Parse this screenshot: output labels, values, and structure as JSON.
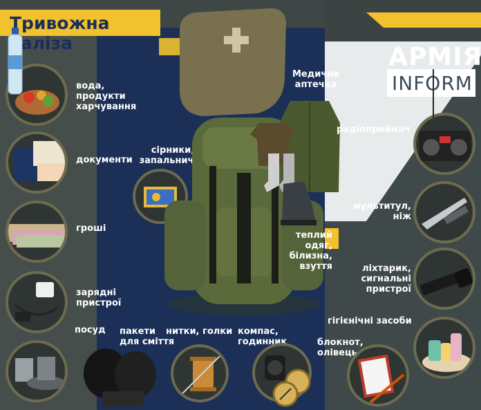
{
  "title": "Тривожна валіза",
  "logo": {
    "line1": "АРМІЯ",
    "line2": "INFORM"
  },
  "items": {
    "water_food": "вода, продукти харчування",
    "documents": "документи",
    "money": "гроші",
    "chargers": "зарядні пристрої",
    "dishes": "посуд",
    "trash_bags": "пакети для сміття",
    "threads_needles": "нитки, голки",
    "compass_watch": "компас, годинник",
    "matches": "сірники, запальнички",
    "first_aid": "Медична аптечка",
    "radio": "радіоприймач",
    "multitool": "мультитул, ніж",
    "warm_clothes": "теплий одяг, білизна, взуття",
    "flashlight": "ліхтарик, сигнальні пристрої",
    "hygiene": "гігієнічні засоби",
    "notebook": "блокнот, олівець"
  },
  "colors": {
    "navy": "#1b2f57",
    "yellow": "#f2c12e",
    "olive": "#5b6a3a",
    "white": "#ffffff",
    "gray": "#3e4745"
  },
  "icons": [
    "first-aid-kit-icon",
    "backpack-icon",
    "radio-icon",
    "flashlight-icon",
    "compass-icon",
    "watch-icon",
    "knife-icon",
    "water-bottle-icon"
  ]
}
